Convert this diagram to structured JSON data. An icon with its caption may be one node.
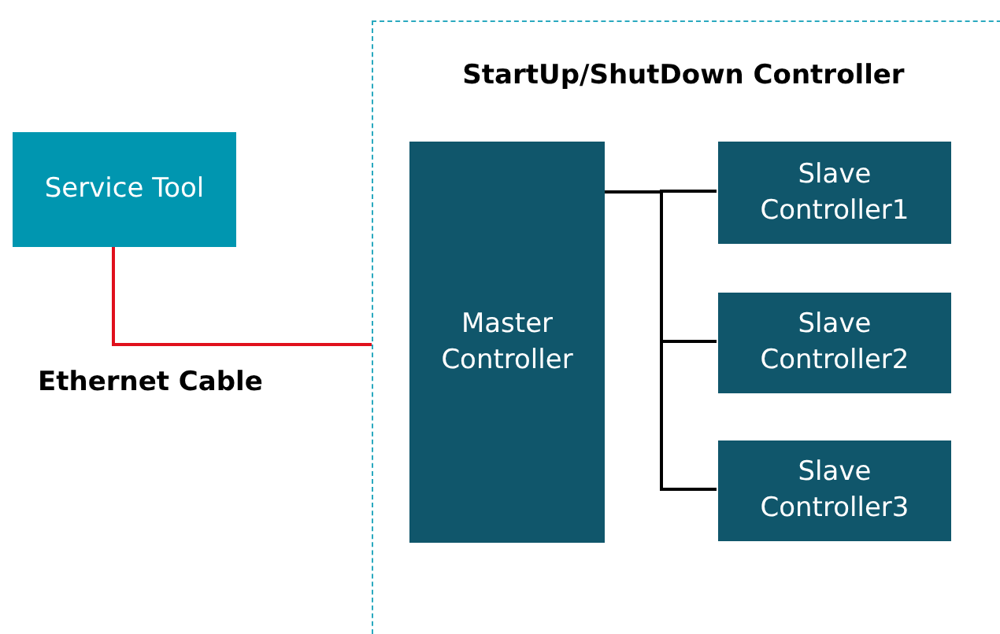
{
  "diagram": {
    "nodes": [
      {
        "text": [
          "Service Tool"
        ]
      },
      {
        "text": [
          "StartUp/ShutDown Controller"
        ]
      },
      {
        "text": [
          "Master Controller"
        ],
        "in": 1
      },
      {
        "text": [
          "Slave Controller1"
        ],
        "in": 1
      },
      {
        "text": [
          "Slave Controller2"
        ],
        "in": 1
      },
      {
        "text": [
          "Slave Controller3"
        ],
        "in": 1
      }
    ],
    "edges": [
      {
        "from": 0,
        "to": 1,
        "arrow": "none",
        "label": "Ethernet Cable",
        "color": "#e0101c"
      },
      {
        "from": 2,
        "to": 3,
        "arrow": "none"
      },
      {
        "from": 2,
        "to": 4,
        "arrow": "none"
      },
      {
        "from": 2,
        "to": 5,
        "arrow": "none"
      }
    ]
  }
}
